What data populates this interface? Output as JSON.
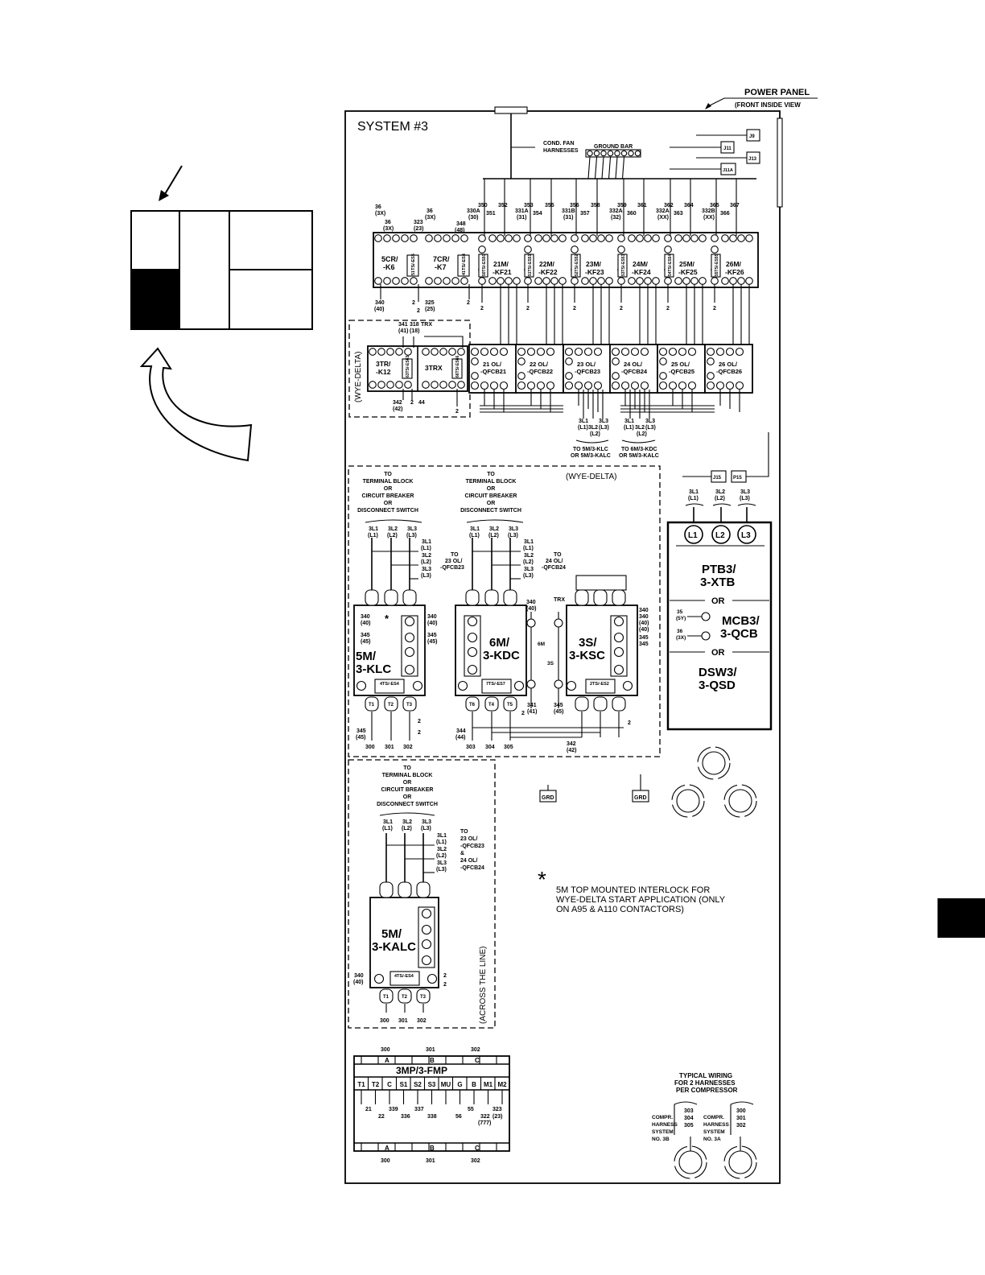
{
  "header": {
    "power_panel": "POWER PANEL",
    "front_inside_view": "(FRONT INSIDE VIEW",
    "system_title": "SYSTEM #3"
  },
  "top": {
    "cond_fan_1": "COND. FAN",
    "cond_fan_2": "HARNESSES",
    "ground_bar": "GROUND BAR",
    "j9": "J9",
    "j11": "J11",
    "j13": "J13",
    "j11a": "J11A",
    "j15": "J15",
    "p15": "P15",
    "wire_top": [
      "350",
      "352",
      "353",
      "355",
      "356",
      "358",
      "359",
      "361",
      "362",
      "364",
      "365",
      "367"
    ],
    "wire_top2": [
      "351",
      "354",
      "357",
      "360",
      "363",
      "366"
    ],
    "wire_mid": [
      "330A",
      "331A",
      "331B",
      "332A",
      "332A",
      "332B"
    ],
    "wire_mid2": [
      "(30)",
      "(31)",
      "(31)",
      "(32)",
      "(XX)",
      "(XX)"
    ],
    "wire_36": [
      "36",
      "(3X)",
      "36",
      "(3X)",
      "323",
      "(23)",
      "36",
      "(3X)",
      "348",
      "(48)"
    ]
  },
  "relays": {
    "r5cr": "5CR/\n-K6",
    "r5cr_a": "5CR/",
    "r5cr_b": "-K6",
    "r7cr_a": "7CR/",
    "r7cr_b": "-K7",
    "ts5": "51TS/-ES5",
    "ts4": "41TS/-ES4",
    "contactors": [
      {
        "a": "21M/",
        "b": "-KF21",
        "ts": "50TS/-ES50"
      },
      {
        "a": "22M/",
        "b": "-KF22",
        "ts": "51TS/-ES51"
      },
      {
        "a": "23M/",
        "b": "-KF23",
        "ts": "52TS/-ES52"
      },
      {
        "a": "24M/",
        "b": "-KF24",
        "ts": "53TS/-ES53"
      },
      {
        "a": "25M/",
        "b": "-KF25",
        "ts": "54TS/-ES54"
      },
      {
        "a": "26M/",
        "b": "-KF26",
        "ts": "55TS/-ES55"
      }
    ],
    "w340": "340",
    "w40": "(40)",
    "w2": "2",
    "w325": "325",
    "w25": "(25)",
    "w341": "341",
    "w41": "(41)",
    "w318": "318",
    "w18": "(18)",
    "trx": "TRX",
    "w342": "342",
    "w42": "(42)",
    "w44": "44"
  },
  "wye": {
    "label": "(WYE-DELTA)",
    "t3tr_a": "3TR/",
    "t3tr_b": "-K12",
    "t3trx": "3TRX",
    "ts63": "63TS/-ES63",
    "ts66": "66TS/-ES66"
  },
  "overloads": [
    {
      "a": "21 OL/",
      "b": "-QFCB21"
    },
    {
      "a": "22 OL/",
      "b": "-QFCB22"
    },
    {
      "a": "23 OL/",
      "b": "-QFCB23"
    },
    {
      "a": "24 OL/",
      "b": "-QFCB24"
    },
    {
      "a": "25 OL/",
      "b": "-QFCB25"
    },
    {
      "a": "26 OL/",
      "b": "-QFCB26"
    }
  ],
  "outputs": {
    "left_1": "3L1",
    "left_2": "3L2",
    "left_3": "3L3",
    "p_l1": "(L1)",
    "p_l2": "(L2)",
    "p_l3": "(L3)",
    "to_5m_a": "TO 5M/3-KLC",
    "to_5m_b": "OR 5M/3-KALC",
    "to_6m_a": "TO 6M/3-KDC",
    "to_6m_b": "OR 5M/3-KALC"
  },
  "wye_section": {
    "label": "(WYE-DELTA)",
    "to_1": "TO",
    "to_2": "TERMINAL BLOCK",
    "to_3": "OR",
    "to_4": "CIRCUIT BREAKER",
    "to_5": "OR",
    "to_6": "DISCONNECT SWITCH",
    "to_23a": "TO",
    "to_23b": "23 OL/",
    "to_23c": "-QFCB23",
    "to_24a": "TO",
    "to_24b": "24 OL/",
    "to_24c": "-QFCB24",
    "k5m_a": "5M/",
    "k5m_b": "3-KLC",
    "k6m_a": "6M/",
    "k6m_b": "3-KDC",
    "k3s_a": "3S/",
    "k3s_b": "3-KSC",
    "ts4": "4TS/-ES4",
    "ts7": "7TS/-ES7",
    "ts2": "2TS/-ES2",
    "m6": "6M",
    "s3": "3S",
    "w340": "340",
    "w40": "(40)",
    "w345": "345",
    "w45": "(45)",
    "star": "*",
    "w344": "344",
    "w44": "(44)",
    "w341": "341",
    "w41": "(41)",
    "w342": "342",
    "w42": "(42)",
    "trx": "TRX",
    "bottom_5m": [
      "300",
      "301",
      "302"
    ],
    "bottom_6m": [
      "303",
      "304",
      "305"
    ],
    "t_labels": [
      "T1",
      "T2",
      "T3",
      "T6",
      "T4",
      "T5"
    ]
  },
  "atl_section": {
    "label": "(ACROSS THE LINE)",
    "to_1": "TO",
    "to_2": "TERMINAL BLOCK",
    "to_3": "OR",
    "to_4": "CIRCUIT BREAKER",
    "to_5": "OR",
    "to_6": "DISCONNECT SWITCH",
    "to_r1": "TO",
    "to_r2": "23 OL/",
    "to_r3": "-QFCB23",
    "to_r4": "&",
    "to_r5": "24 OL/",
    "to_r6": "-QFCB24",
    "k_a": "5M/",
    "k_b": "3-KALC",
    "ts": "4TS/-ES4",
    "w340": "340",
    "w40": "(40)",
    "bottom": [
      "300",
      "301",
      "302"
    ]
  },
  "power_block": {
    "l1": "L1",
    "l2": "L2",
    "l3": "L3",
    "ptb_a": "PTB3/",
    "ptb_b": "3-XTB",
    "or1": "OR",
    "mcb_a": "MCB3/",
    "mcb_b": "3-QCB",
    "w35": "35",
    "w5y": "(5Y)",
    "w36": "36",
    "w3x": "(3X)",
    "or2": "OR",
    "dsw_a": "DSW3/",
    "dsw_b": "3-QSD"
  },
  "grd": [
    "GRD",
    "GRD"
  ],
  "note": {
    "star": "*",
    "l1": "5M TOP MOUNTED INTERLOCK FOR",
    "l2": "WYE-DELTA START APPLICATION (ONLY",
    "l3": "ON A95 & A110 CONTACTORS)"
  },
  "motor_protector": {
    "top_nums": [
      "300",
      "301",
      "302"
    ],
    "top_letters": [
      "A",
      "B",
      "C"
    ],
    "title": "3MP/3-FMP",
    "pins": [
      "T1",
      "T2",
      "C",
      "S1",
      "S2",
      "S3",
      "MU",
      "G",
      "B",
      "M1",
      "M2"
    ],
    "wires_a": [
      "21",
      "339",
      "337",
      "55",
      "323"
    ],
    "wires_b": [
      "22",
      "336",
      "338",
      "56",
      "322",
      "(23)"
    ],
    "w777": "(777)",
    "bottom_letters": [
      "A",
      "B",
      "C"
    ],
    "bottom_nums": [
      "300",
      "301",
      "302"
    ]
  },
  "typical": {
    "l1": "TYPICAL WIRING",
    "l2": "FOR 2 HARNESSES",
    "l3": "PER COMPRESSOR",
    "left_nums": [
      "303",
      "304",
      "305"
    ],
    "right_nums": [
      "300",
      "301",
      "302"
    ],
    "h1": [
      "COMPR.",
      "HARNESS",
      "SYSTEM",
      "NO. 3B"
    ],
    "h2": [
      "COMPR.",
      "HARNESS",
      "SYSTEM",
      "NO. 3A"
    ]
  }
}
